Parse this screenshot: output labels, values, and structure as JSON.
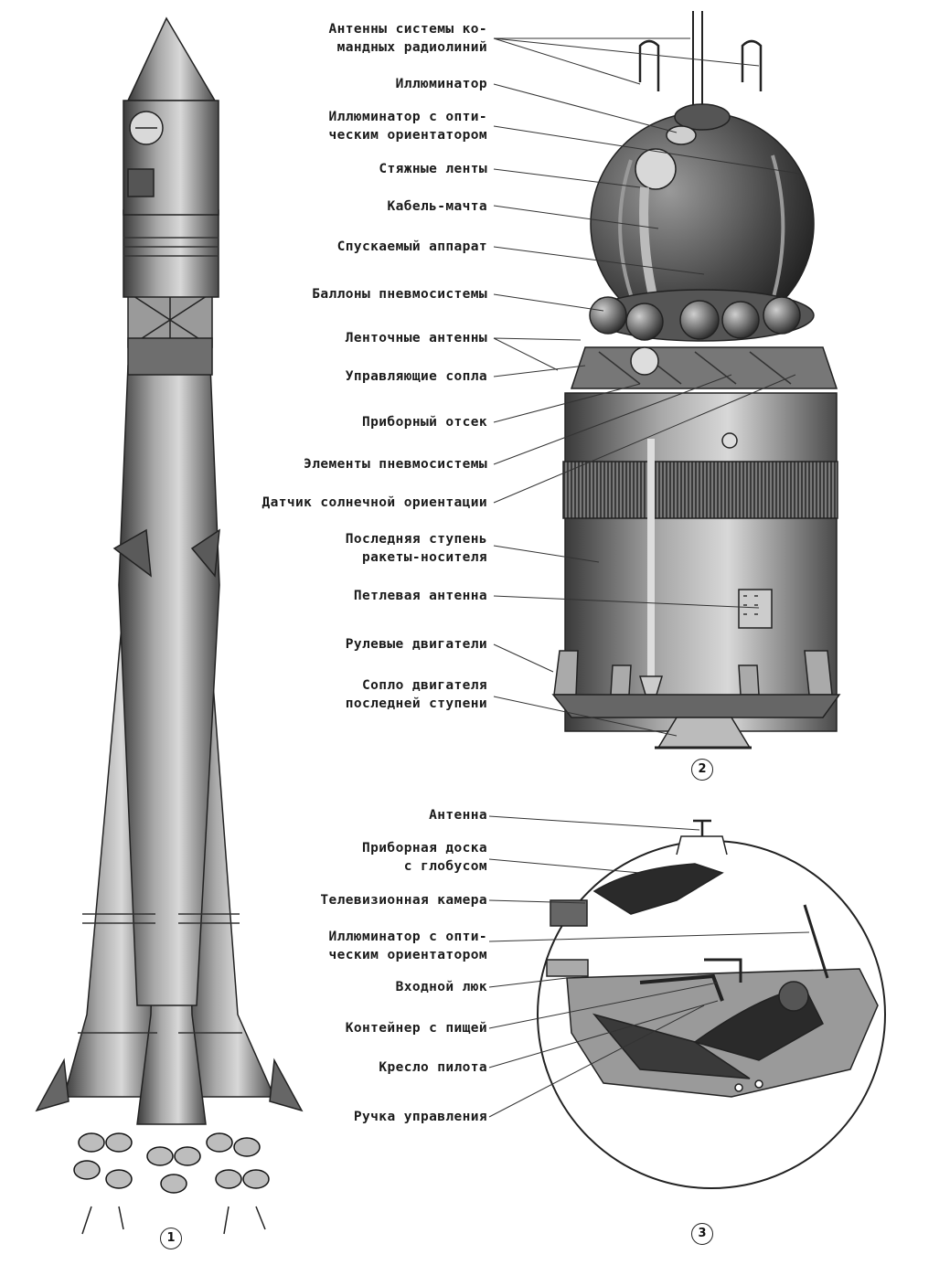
{
  "figure_numbers": [
    "1",
    "2",
    "3"
  ],
  "spacecraft_labels": [
    "Антенны системы ко-\nмандных радиолиний",
    "Иллюминатор",
    "Иллюминатор с опти-\nческим ориентатором",
    "Стяжные ленты",
    "Кабель-мачта",
    "Спускаемый аппарат",
    "Баллоны пневмосистемы",
    "Ленточные антенны",
    "Управляющие сопла",
    "Приборный отсек",
    "Элементы пневмосистемы",
    "Датчик солнечной ориентации",
    "Последняя ступень\nракеты-носителя",
    "Петлевая антенна",
    "Рулевые двигатели",
    "Сопло двигателя\nпоследней ступени"
  ],
  "capsule_labels": [
    "Антенна",
    "Приборная доска\nс глобусом",
    "Телевизионная камера",
    "Иллюминатор с опти-\nческим ориентатором",
    "Входной люк",
    "Контейнер с пищей",
    "Кресло пилота",
    "Ручка управления"
  ],
  "colors": {
    "ink": "#1a1a1a",
    "metal": "#8a8a8a",
    "shadow": "#3b3b3b",
    "light": "#c9c9c9"
  }
}
